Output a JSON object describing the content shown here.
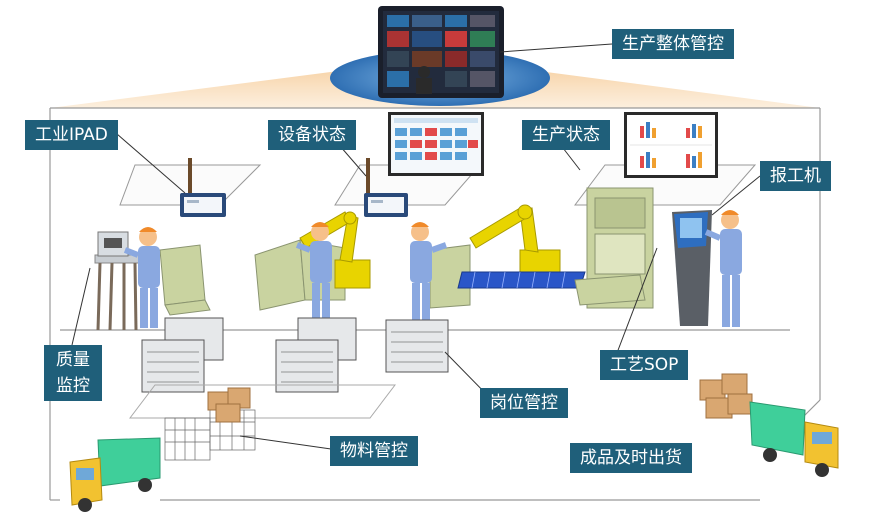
{
  "labels": {
    "overall_control": "生产整体管控",
    "industrial_ipad": "工业IPAD",
    "equipment_status": "设备状态",
    "production_status": "生产状态",
    "reporting_terminal": "报工机",
    "quality_line1": "质量",
    "quality_line2": "监控",
    "process_sop": "工艺SOP",
    "station_control": "岗位管控",
    "material_control": "物料管控",
    "finished_delivery": "成品及时出货"
  },
  "colors": {
    "label_bg": "#1f5f7a",
    "label_text": "#ffffff",
    "worker_body": "#8aa8e0",
    "worker_head": "#f6c08a",
    "helmet": "#f08a2a",
    "robot": "#e8d400",
    "machine": "#c9d3a0",
    "truck_cargo": "#3fcf9a",
    "truck_cab": "#f2c230",
    "boxes": "#d9a771",
    "roof_glow": "#f6d2a0"
  },
  "icons": {
    "big_screen": "dashboard-screen-icon",
    "tablet": "tablet-icon",
    "kiosk": "kiosk-icon",
    "truck": "truck-icon",
    "boxes": "cardboard-boxes-icon"
  }
}
